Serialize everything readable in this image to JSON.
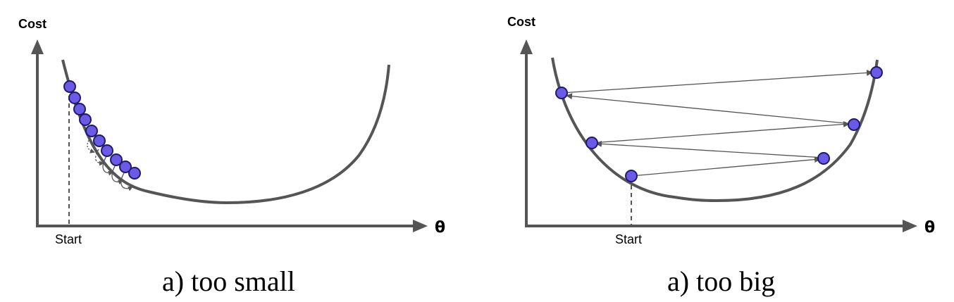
{
  "colors": {
    "axis": "#555555",
    "curve": "#555555",
    "point_fill": "#6a5ae6",
    "point_stroke": "#1f1a6a"
  },
  "panels": [
    {
      "y_axis_label": "Cost",
      "x_axis_label": "θ",
      "start_label": "Start",
      "caption": "a) too small"
    },
    {
      "y_axis_label": "Cost",
      "x_axis_label": "θ",
      "start_label": "Start",
      "caption": "a) too big"
    }
  ]
}
